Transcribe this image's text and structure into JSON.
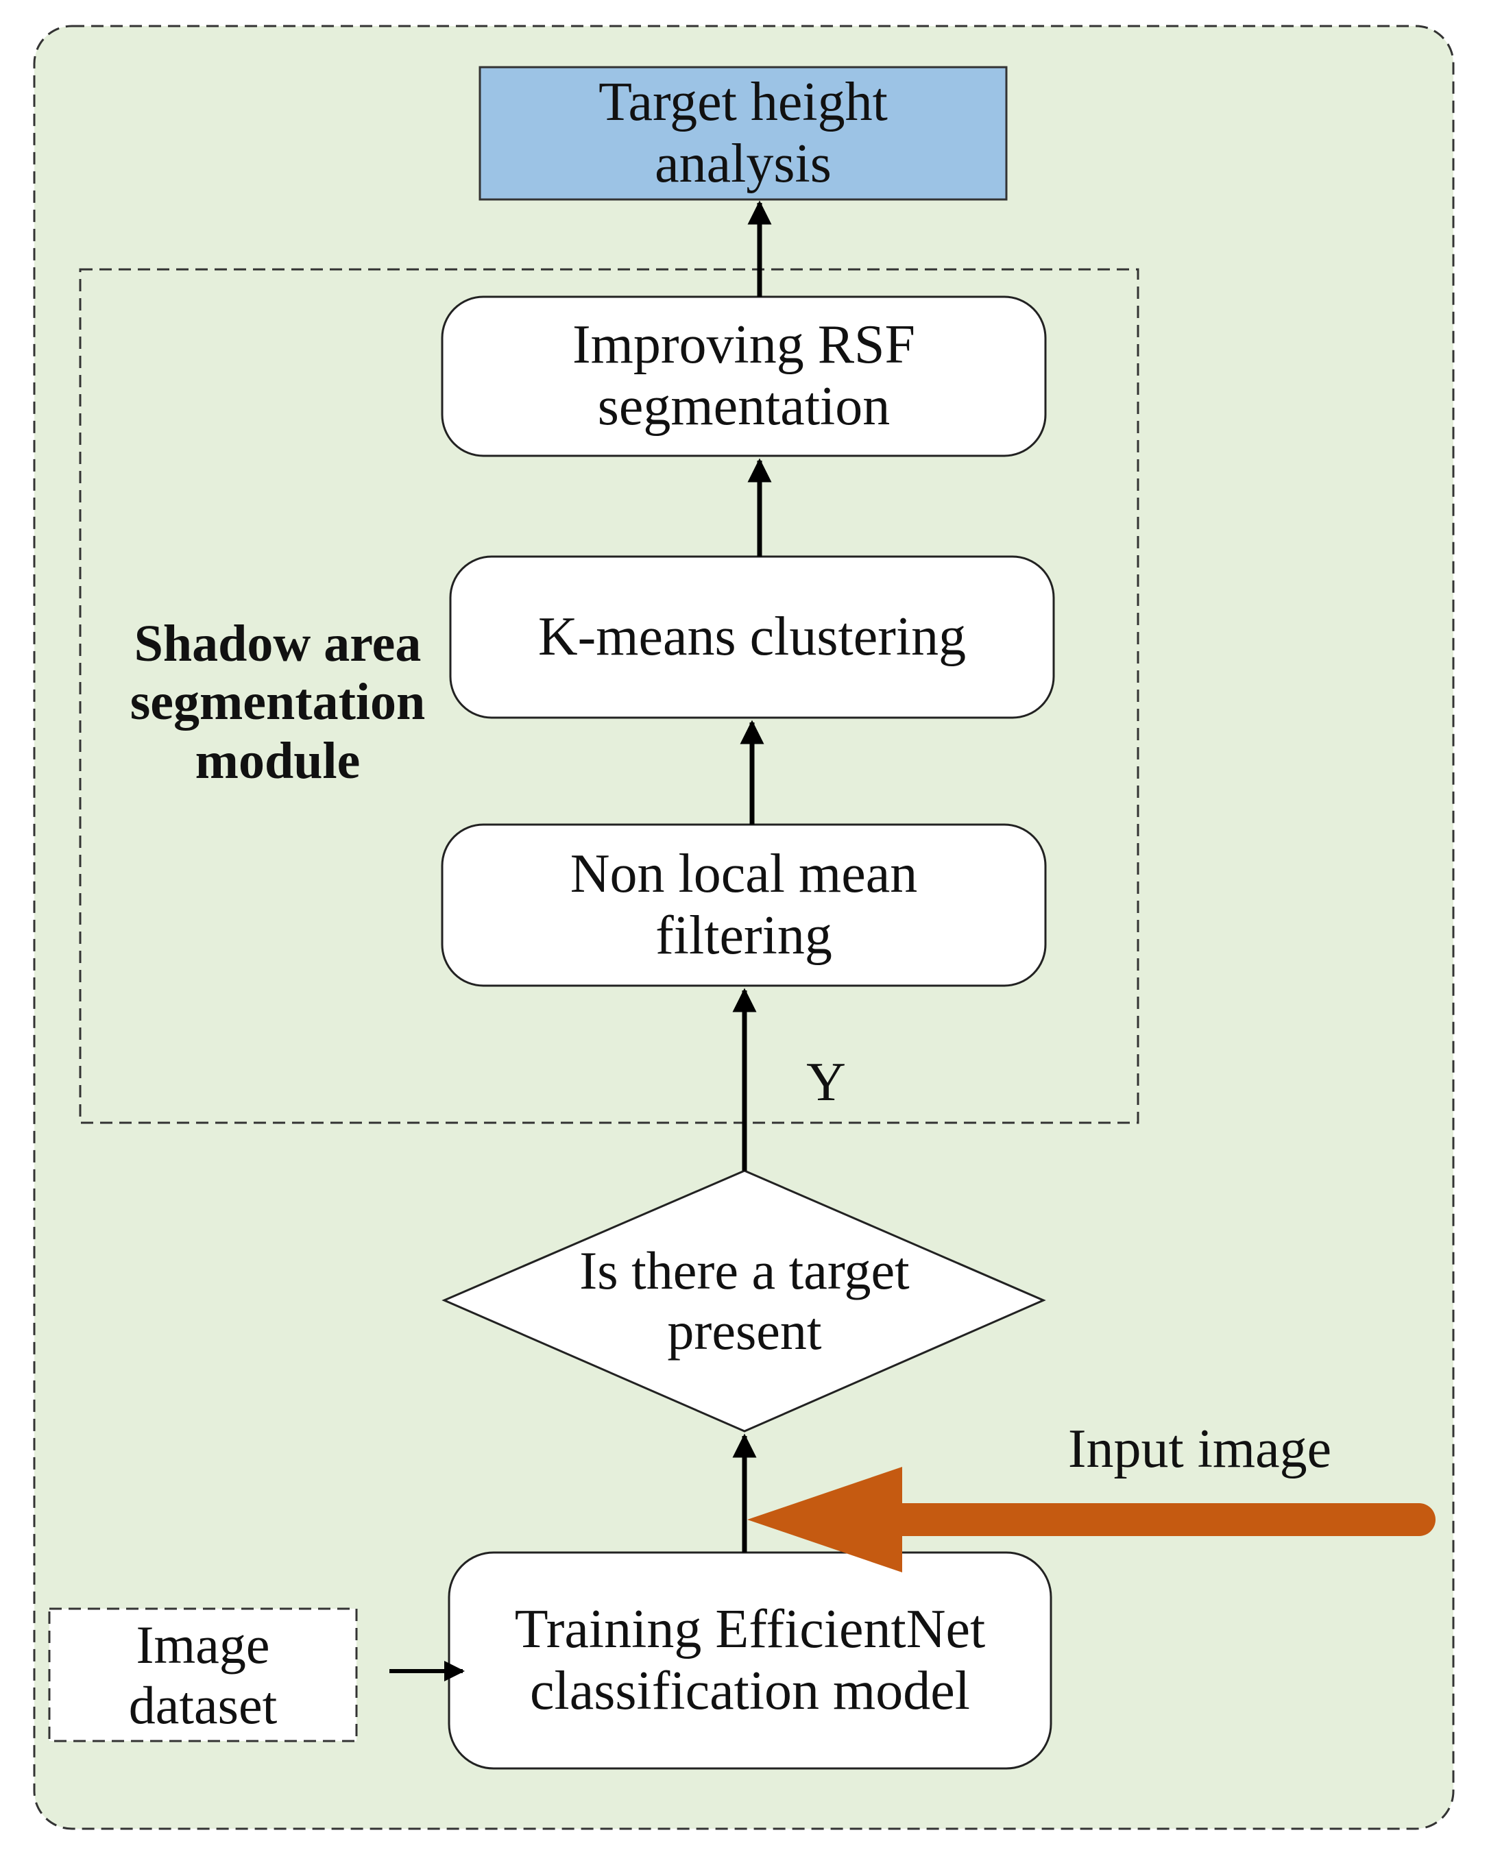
{
  "colors": {
    "background": "#e5efdb",
    "target_box": "#9cc3e5",
    "process_box": "#ffffff",
    "input_arrow": "#c55a11",
    "stroke": "#000000"
  },
  "nodes": {
    "target_height": {
      "label": "Target height\nanalysis",
      "shape": "rectangle"
    },
    "improving_rsf": {
      "label": "Improving RSF\nsegmentation",
      "shape": "rounded-rectangle"
    },
    "kmeans": {
      "label": "K-means clustering",
      "shape": "rounded-rectangle"
    },
    "nonlocal": {
      "label": "Non local mean\nfiltering",
      "shape": "rounded-rectangle"
    },
    "decision": {
      "label": "Is there a target\npresent",
      "shape": "diamond"
    },
    "training": {
      "label": "Training EfficientNet\nclassification model",
      "shape": "rounded-rectangle"
    },
    "dataset": {
      "label": "Image\ndataset",
      "shape": "dashed-rectangle"
    }
  },
  "labels": {
    "module": "Shadow area\nsegmentation\nmodule",
    "yes_branch": "Y",
    "input_image": "Input image"
  },
  "edges": [
    {
      "from": "dataset",
      "to": "training"
    },
    {
      "from": "training",
      "to": "decision"
    },
    {
      "from": "decision",
      "to": "nonlocal",
      "label": "Y"
    },
    {
      "from": "nonlocal",
      "to": "kmeans"
    },
    {
      "from": "kmeans",
      "to": "improving_rsf"
    },
    {
      "from": "improving_rsf",
      "to": "target_height"
    },
    {
      "from": "input_image",
      "to": "training-decision-edge"
    }
  ]
}
